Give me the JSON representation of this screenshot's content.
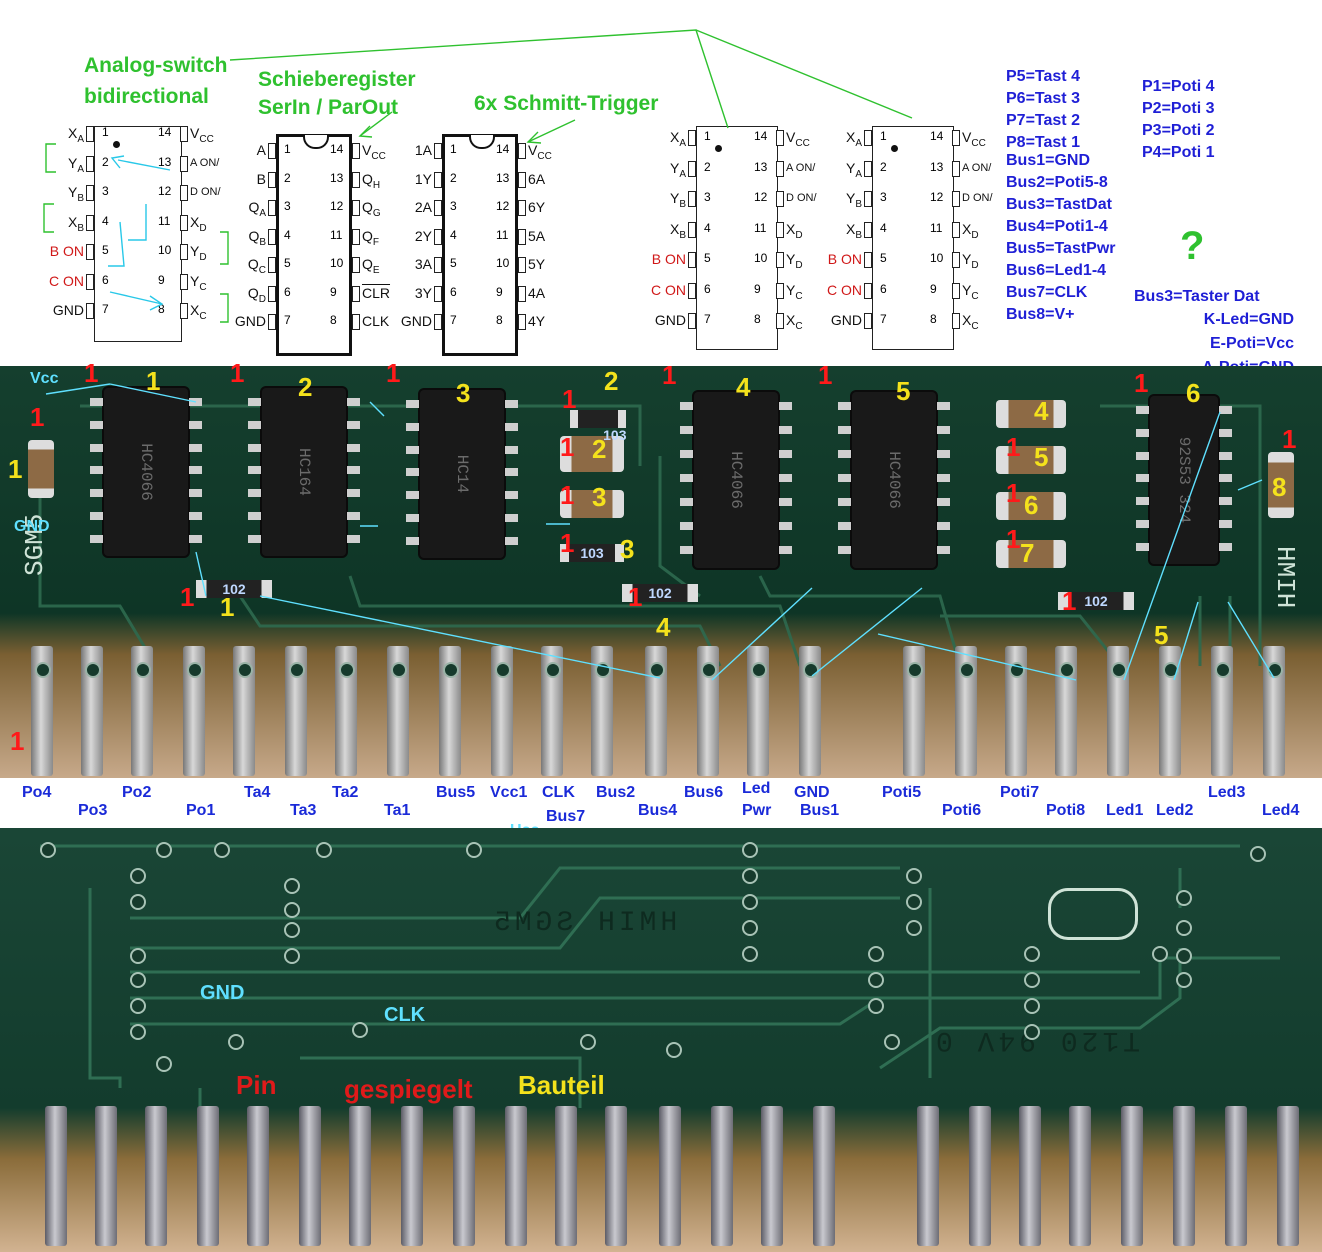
{
  "titles": {
    "analog_line1": "Analog-switch",
    "analog_line2": "bidirectional",
    "shift_line1": "Schieberegister",
    "shift_line2": "SerIn / ParOut",
    "schmitt": "6x Schmitt-Trigger"
  },
  "ic_4066_pins_left": [
    {
      "sig": "X",
      "sub": "A",
      "num": "1"
    },
    {
      "sig": "Y",
      "sub": "A",
      "num": "2"
    },
    {
      "sig": "Y",
      "sub": "B",
      "num": "3"
    },
    {
      "sig": "X",
      "sub": "B",
      "num": "4"
    },
    {
      "sig": "B ON",
      "sub": "",
      "num": "5"
    },
    {
      "sig": "C ON",
      "sub": "",
      "num": "6"
    },
    {
      "sig": "GND",
      "sub": "",
      "num": "7"
    }
  ],
  "ic_4066_pins_right": [
    {
      "sig": "V",
      "sub": "CC",
      "num": "14"
    },
    {
      "sig": "A ON/",
      "sub": "",
      "num": "13"
    },
    {
      "sig": "D ON/",
      "sub": "",
      "num": "12"
    },
    {
      "sig": "X",
      "sub": "D",
      "num": "11"
    },
    {
      "sig": "Y",
      "sub": "D",
      "num": "10"
    },
    {
      "sig": "Y",
      "sub": "C",
      "num": "9"
    },
    {
      "sig": "X",
      "sub": "C",
      "num": "8"
    }
  ],
  "ic_164_pins_left": [
    {
      "sig": "A",
      "sub": "",
      "num": "1"
    },
    {
      "sig": "B",
      "sub": "",
      "num": "2"
    },
    {
      "sig": "Q",
      "sub": "A",
      "num": "3"
    },
    {
      "sig": "Q",
      "sub": "B",
      "num": "4"
    },
    {
      "sig": "Q",
      "sub": "C",
      "num": "5"
    },
    {
      "sig": "Q",
      "sub": "D",
      "num": "6"
    },
    {
      "sig": "GND",
      "sub": "",
      "num": "7"
    }
  ],
  "ic_164_pins_right": [
    {
      "sig": "V",
      "sub": "CC",
      "num": "14"
    },
    {
      "sig": "Q",
      "sub": "H",
      "num": "13"
    },
    {
      "sig": "Q",
      "sub": "G",
      "num": "12"
    },
    {
      "sig": "Q",
      "sub": "F",
      "num": "11"
    },
    {
      "sig": "Q",
      "sub": "E",
      "num": "10"
    },
    {
      "sig": "CLR",
      "sub": "",
      "num": "9"
    },
    {
      "sig": "CLK",
      "sub": "",
      "num": "8"
    }
  ],
  "ic_14_pins_left": [
    {
      "sig": "1A",
      "sub": "",
      "num": "1"
    },
    {
      "sig": "1Y",
      "sub": "",
      "num": "2"
    },
    {
      "sig": "2A",
      "sub": "",
      "num": "3"
    },
    {
      "sig": "2Y",
      "sub": "",
      "num": "4"
    },
    {
      "sig": "3A",
      "sub": "",
      "num": "5"
    },
    {
      "sig": "3Y",
      "sub": "",
      "num": "6"
    },
    {
      "sig": "GND",
      "sub": "",
      "num": "7"
    }
  ],
  "ic_14_pins_right": [
    {
      "sig": "V",
      "sub": "CC",
      "num": "14"
    },
    {
      "sig": "6A",
      "sub": "",
      "num": "13"
    },
    {
      "sig": "6Y",
      "sub": "",
      "num": "12"
    },
    {
      "sig": "5A",
      "sub": "",
      "num": "11"
    },
    {
      "sig": "5Y",
      "sub": "",
      "num": "10"
    },
    {
      "sig": "4A",
      "sub": "",
      "num": "9"
    },
    {
      "sig": "4Y",
      "sub": "",
      "num": "8"
    }
  ],
  "legend_col1": [
    "P5=Tast 4",
    "P6=Tast 3",
    "P7=Tast 2",
    "P8=Tast 1",
    "Bus1=GND",
    "Bus2=Poti5-8",
    "Bus3=TastDat",
    "Bus4=Poti1-4",
    "Bus5=TastPwr",
    "Bus6=Led1-4",
    "Bus7=CLK",
    "Bus8=V+"
  ],
  "legend_col2": [
    "P1=Poti 4",
    "P2=Poti 3",
    "P3=Poti 2",
    "P4=Poti 1"
  ],
  "legend_question": "?",
  "legend_notes": [
    "Bus3=Taster Dat",
    "K-Led=GND",
    "E-Poti=Vcc",
    "A-Poti=GND"
  ],
  "pcb_top_labels": {
    "vcc": "Vcc",
    "gnd": "GND",
    "res_102": "102",
    "res_103": "103",
    "silk_left": "SGM5",
    "silk_right": "HMIH",
    "ic_texts": [
      "HC4066",
      "HC164",
      "HC14",
      "HC4066",
      "HC4066",
      "92S53 324"
    ]
  },
  "red_markers": [
    "1",
    "1",
    "1",
    "1",
    "1",
    "1",
    "1",
    "1",
    "1",
    "1",
    "1",
    "1",
    "1",
    "1",
    "1",
    "1",
    "1",
    "1",
    "1"
  ],
  "yellow_markers": [
    "1",
    "1",
    "2",
    "3",
    "2",
    "2",
    "3",
    "3",
    "4",
    "5",
    "4",
    "5",
    "6",
    "7",
    "6",
    "8",
    "1",
    "4",
    "5"
  ],
  "pin_labels": [
    {
      "text": "Po4",
      "row": 0
    },
    {
      "text": "Po3",
      "row": 1
    },
    {
      "text": "Po2",
      "row": 0
    },
    {
      "text": "Po1",
      "row": 1
    },
    {
      "text": "Ta4",
      "row": 0
    },
    {
      "text": "Ta3",
      "row": 1
    },
    {
      "text": "Ta2",
      "row": 0
    },
    {
      "text": "Ta1",
      "row": 1
    },
    {
      "text": "Bus5",
      "row": 0
    },
    {
      "text": "Vcc1",
      "row": 0
    },
    {
      "text": "CLK",
      "row": 0
    },
    {
      "text": "Bus7",
      "row": 1
    },
    {
      "text": "Bus2",
      "row": 0
    },
    {
      "text": "Bus4",
      "row": 1
    },
    {
      "text": "Bus6",
      "row": 0
    },
    {
      "text": "Led",
      "row": 0
    },
    {
      "text": "Pwr",
      "row": 1
    },
    {
      "text": "GND",
      "row": 0
    },
    {
      "text": "Bus1",
      "row": 1
    },
    {
      "text": "Poti5",
      "row": 0
    },
    {
      "text": "Poti6",
      "row": 1
    },
    {
      "text": "Poti7",
      "row": 0
    },
    {
      "text": "Poti8",
      "row": 1
    },
    {
      "text": "Led1",
      "row": 1
    },
    {
      "text": "Led2",
      "row": 1
    },
    {
      "text": "Led3",
      "row": 0
    },
    {
      "text": "Led4",
      "row": 1
    }
  ],
  "extra_ucc": "Ucc",
  "pcb_bottom_labels": {
    "gnd": "GND",
    "clk": "CLK",
    "pin": "Pin",
    "gespiegelt": "gespiegelt",
    "bauteil": "Bauteil",
    "silk_top": "HMIH SGM5",
    "silk_bot": "T120 94V 0"
  },
  "colors": {
    "green_label": "#2fc12f",
    "blue_label": "#1f1fd6",
    "red_marker": "#ff1a1a",
    "yellow_marker": "#f4e21c",
    "cyan_label": "#5fe0ff"
  }
}
